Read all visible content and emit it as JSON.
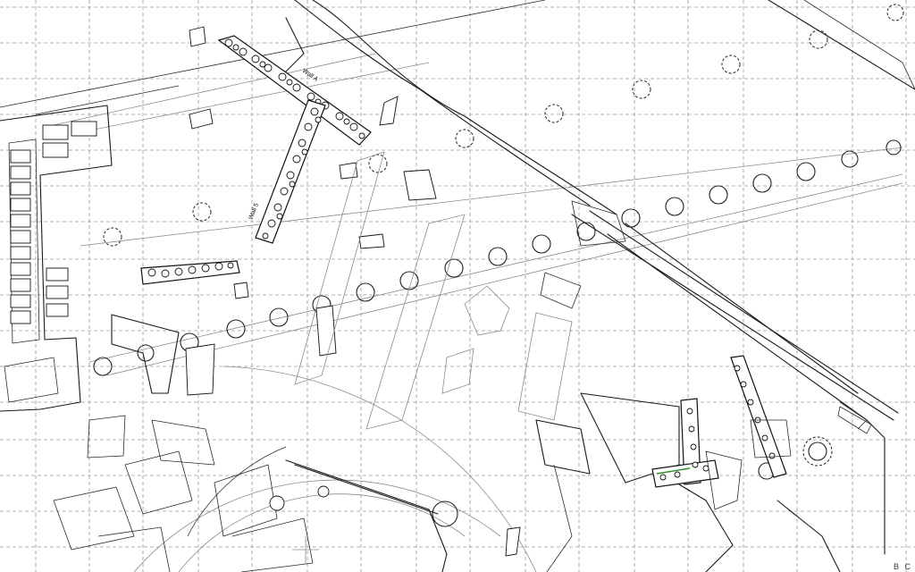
{
  "labels": {
    "wall_a": "Wall A",
    "wall_5": "Wall 5",
    "corner": "B C"
  },
  "colors": {
    "ink": "#1a1a1a",
    "grid": "#9a9a9a",
    "highlight": "#2e8b2e"
  }
}
